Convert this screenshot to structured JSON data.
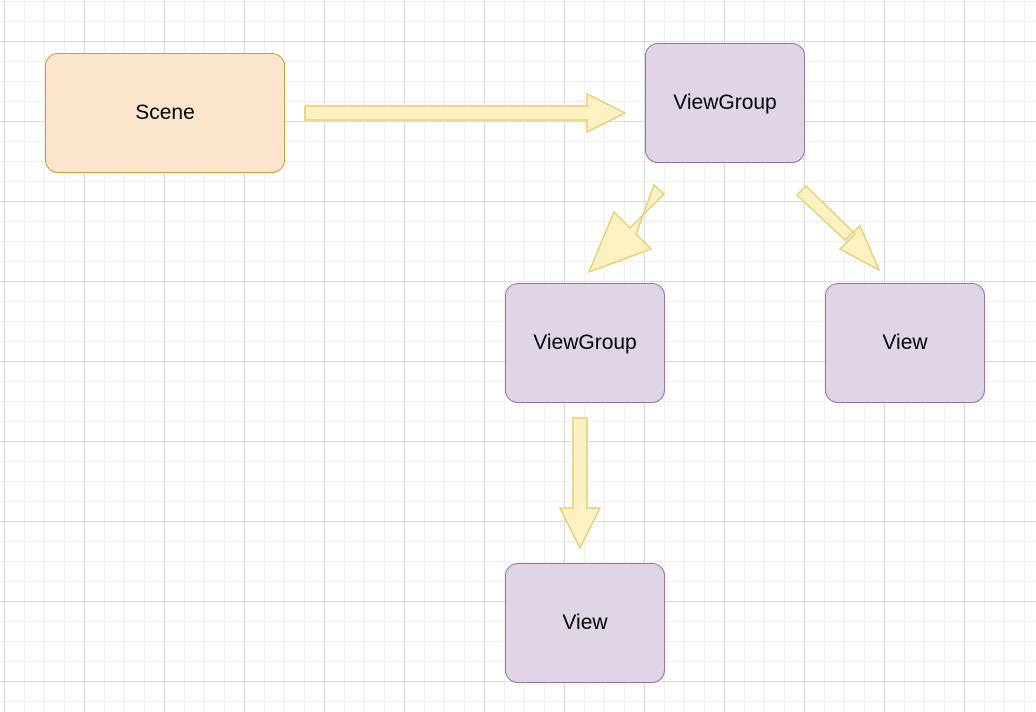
{
  "colors": {
    "scene_fill": "#fbe6cd",
    "scene_stroke": "#d79b34",
    "view_fill": "#e0d5e7",
    "view_stroke": "#9673a6",
    "arrow_fill": "#fff2c2",
    "arrow_stroke": "#e6cf6e"
  },
  "nodes": {
    "scene": {
      "label": "Scene"
    },
    "root_viewgroup": {
      "label": "ViewGroup"
    },
    "child_viewgroup": {
      "label": "ViewGroup"
    },
    "child_view": {
      "label": "View"
    },
    "leaf_view": {
      "label": "View"
    }
  },
  "edges": [
    {
      "from": "scene",
      "to": "root_viewgroup"
    },
    {
      "from": "root_viewgroup",
      "to": "child_viewgroup"
    },
    {
      "from": "root_viewgroup",
      "to": "child_view"
    },
    {
      "from": "child_viewgroup",
      "to": "leaf_view"
    }
  ]
}
